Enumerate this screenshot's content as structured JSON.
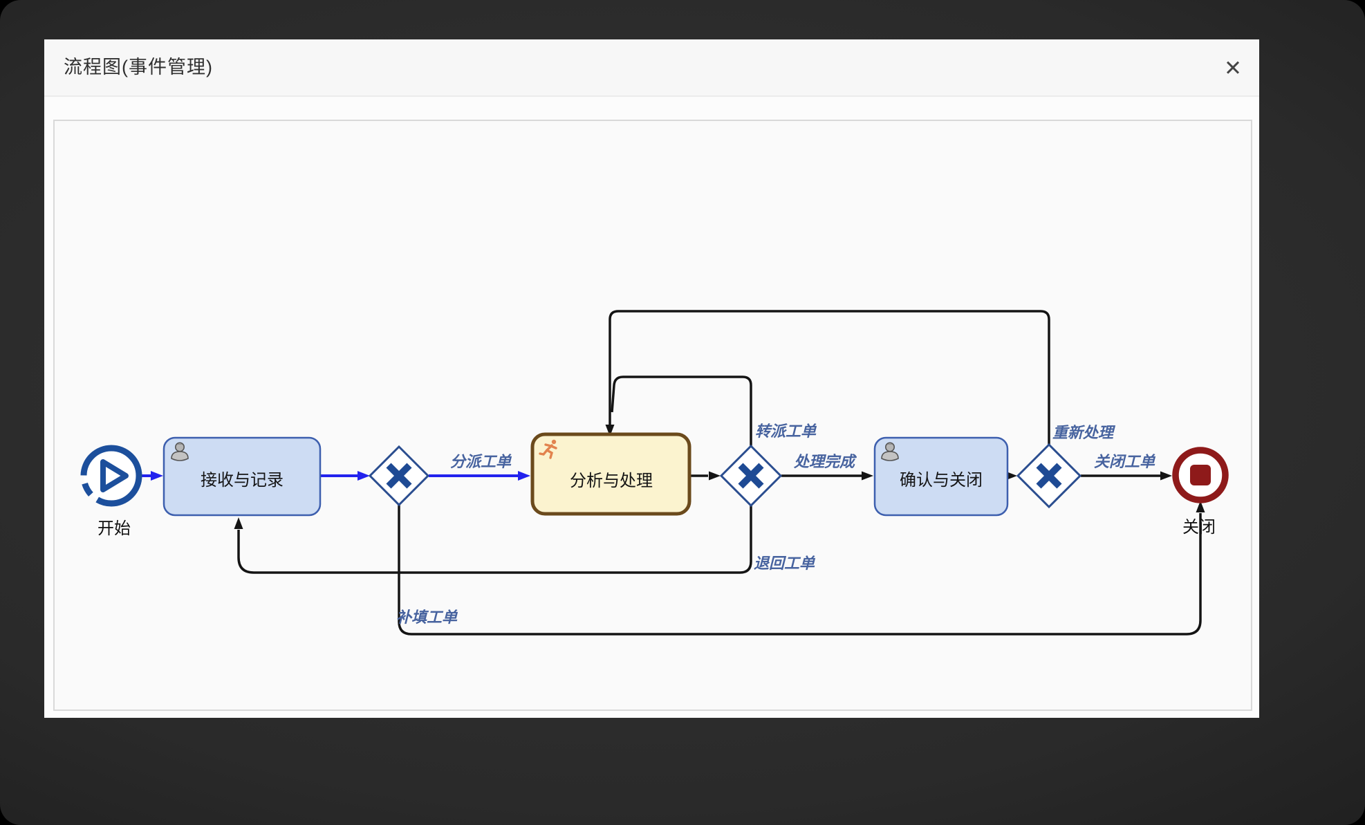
{
  "modal": {
    "title": "流程图(事件管理)",
    "close_icon": "✕"
  },
  "diagram": {
    "nodes": {
      "start": {
        "type": "start-event",
        "label": "开始"
      },
      "receive": {
        "type": "user-task",
        "label": "接收与记录"
      },
      "analyze": {
        "type": "user-task",
        "label": "分析与处理",
        "state": "current-highlighted"
      },
      "confirm": {
        "type": "user-task",
        "label": "确认与关闭"
      },
      "end": {
        "type": "end-event",
        "label": "关闭"
      },
      "gateway_1": {
        "type": "exclusive-gateway"
      },
      "gateway_2": {
        "type": "exclusive-gateway"
      },
      "gateway_3": {
        "type": "exclusive-gateway"
      }
    },
    "edges": {
      "dispatch": {
        "label": "分派工单",
        "from": "gateway_1",
        "to": "analyze",
        "highlighted": true
      },
      "transfer": {
        "label": "转派工单",
        "from": "gateway_2",
        "to": "analyze",
        "highlighted": false
      },
      "complete": {
        "label": "处理完成",
        "from": "gateway_2",
        "to": "confirm",
        "highlighted": false
      },
      "return_order": {
        "label": "退回工单",
        "from": "gateway_2",
        "to": "receive",
        "highlighted": false
      },
      "reprocess": {
        "label": "重新处理",
        "from": "gateway_3",
        "to": "analyze",
        "highlighted": false
      },
      "close_order": {
        "label": "关闭工单",
        "from": "gateway_3",
        "to": "end",
        "highlighted": false
      },
      "refill": {
        "label": "补填工单",
        "from": "gateway_1",
        "to": "end",
        "highlighted": false
      }
    },
    "colors": {
      "highlight_flow": "#2222ee",
      "normal_flow": "#141414",
      "task_fill": "#cddcf3",
      "task_border": "#3d5fae",
      "active_task_fill": "#fbf3cf",
      "active_task_border": "#6b4a1c",
      "gateway_border": "#2a4d8f",
      "gateway_x": "#1e4a94",
      "start_event": "#1c4f9c",
      "end_event": "#8e1a1a",
      "edge_label_text": "#47639f",
      "runner_icon": "#e2834e"
    }
  }
}
